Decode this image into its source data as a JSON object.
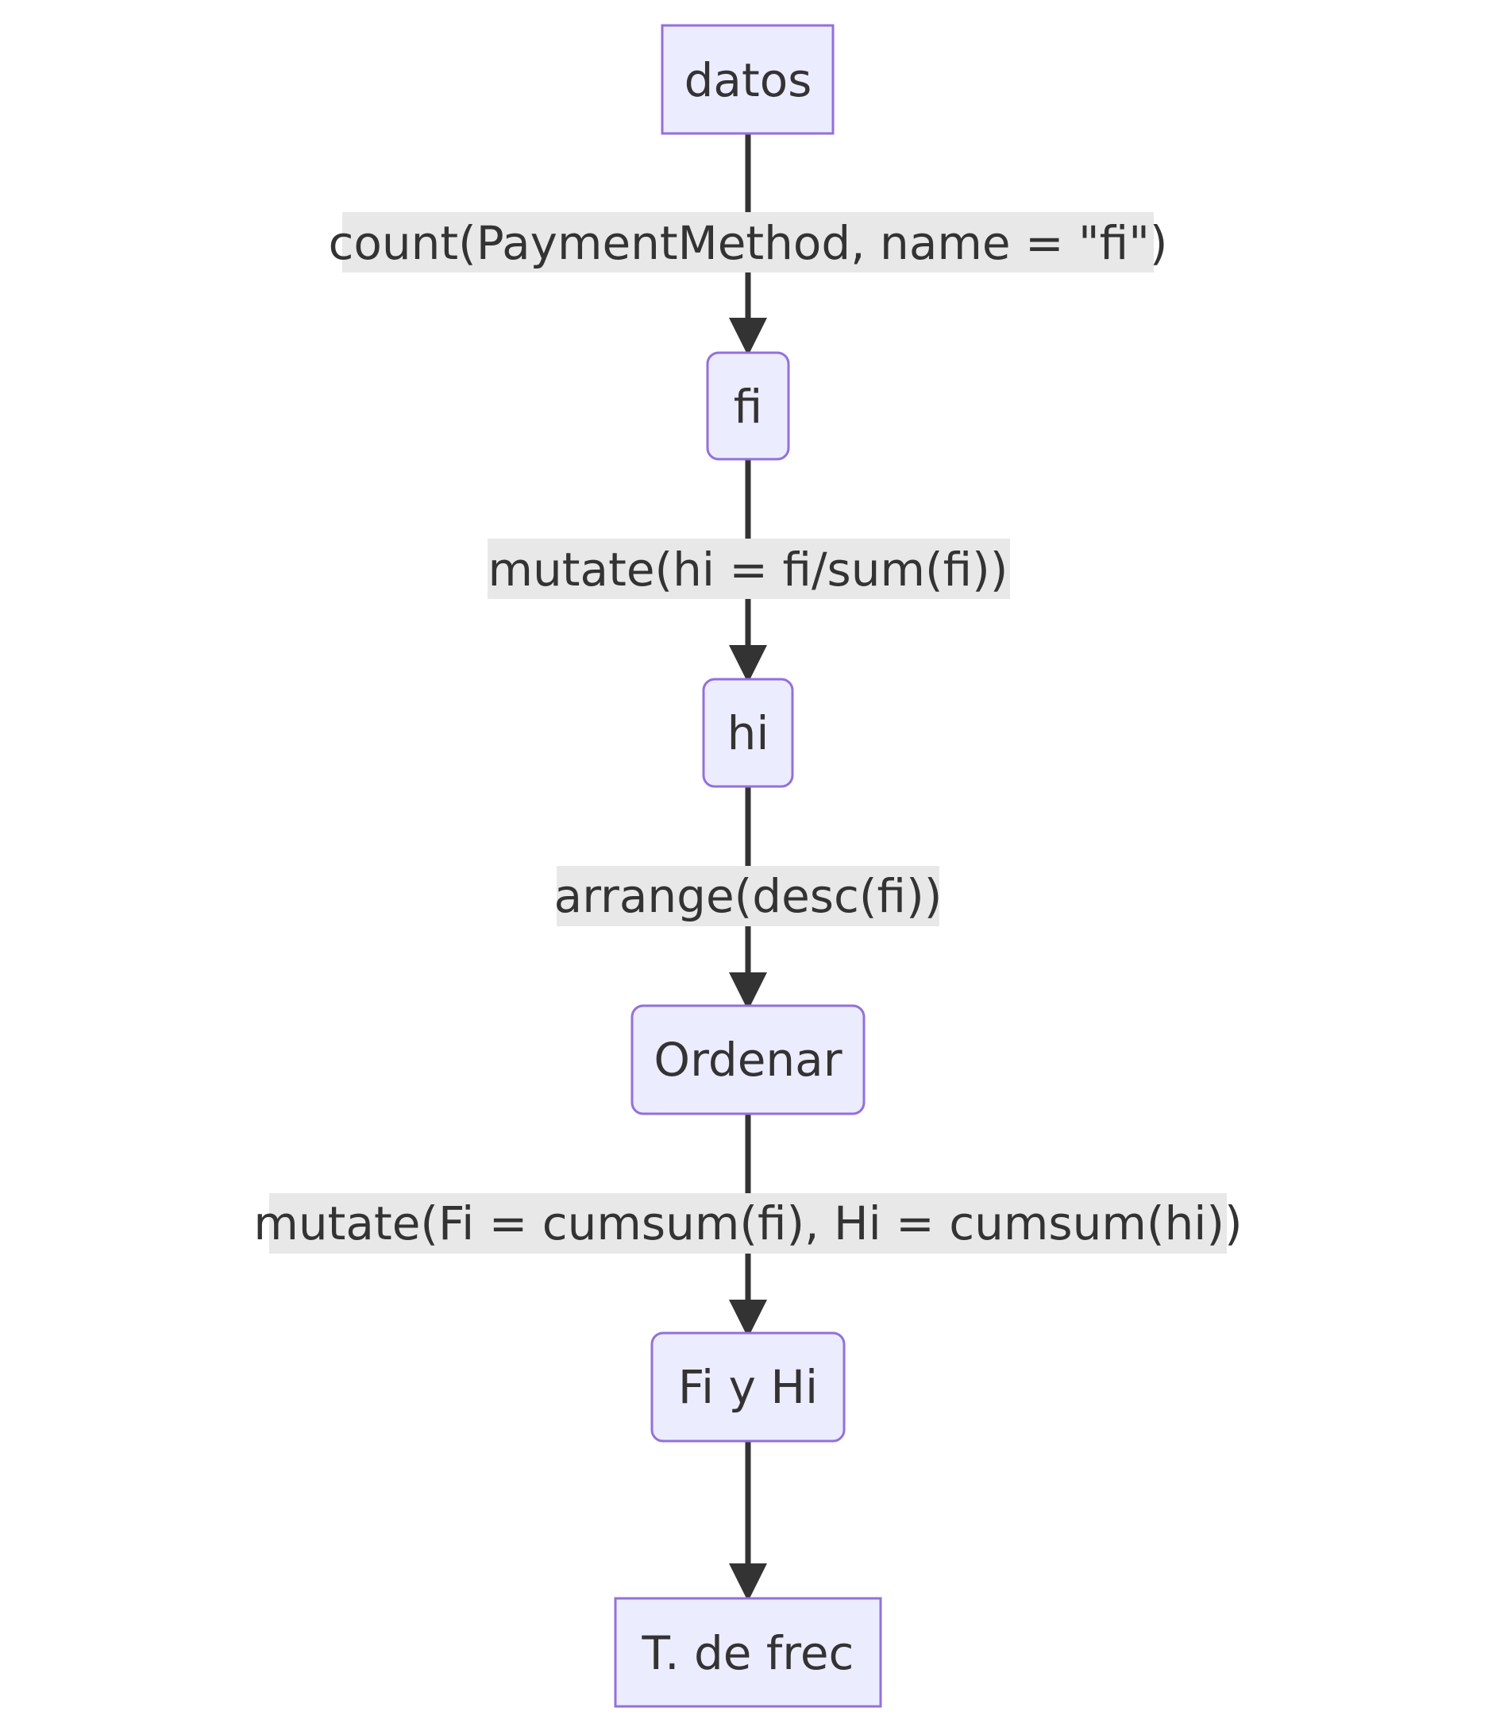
{
  "colors": {
    "node_fill": "#ECECFF",
    "node_border": "#9370DB",
    "edge": "#333333",
    "label_background": "#e8e8e8",
    "text": "#333333"
  },
  "nodes": [
    {
      "id": "datos",
      "label": "datos",
      "shape": "square"
    },
    {
      "id": "fi",
      "label": "fi",
      "shape": "rounded"
    },
    {
      "id": "hi",
      "label": "hi",
      "shape": "rounded"
    },
    {
      "id": "ordenar",
      "label": "Ordenar",
      "shape": "rounded"
    },
    {
      "id": "fi-y-hi",
      "label": "Fi y Hi",
      "shape": "rounded"
    },
    {
      "id": "t-de-frec",
      "label": "T. de frec",
      "shape": "square"
    }
  ],
  "edges": [
    {
      "from": "datos",
      "to": "fi",
      "label": "count(PaymentMethod, name = \"fi\")"
    },
    {
      "from": "fi",
      "to": "hi",
      "label": "mutate(hi = fi/sum(fi))"
    },
    {
      "from": "hi",
      "to": "ordenar",
      "label": "arrange(desc(fi))"
    },
    {
      "from": "ordenar",
      "to": "fi-y-hi",
      "label": "mutate(Fi = cumsum(fi), Hi = cumsum(hi))"
    },
    {
      "from": "fi-y-hi",
      "to": "t-de-frec",
      "label": ""
    }
  ]
}
